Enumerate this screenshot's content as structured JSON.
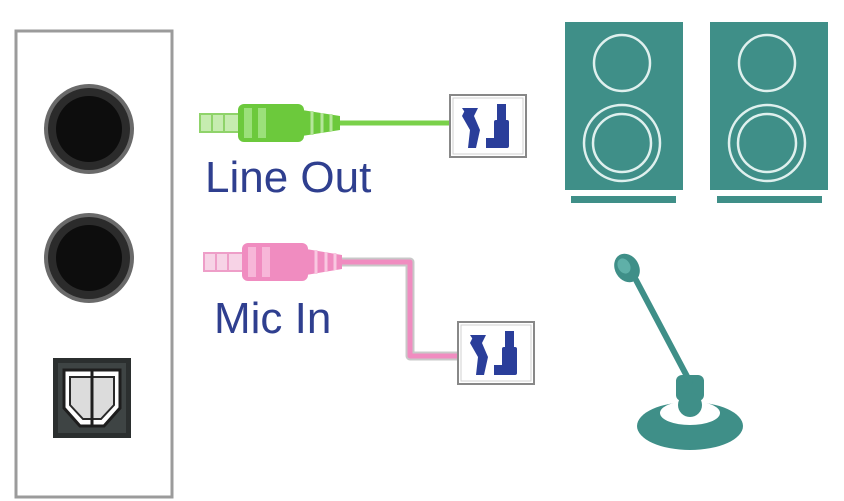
{
  "labels": {
    "line_out": "Line Out",
    "mic_in": "Mic In"
  },
  "colors": {
    "label_text": "#2f3f8f",
    "line_out_cable": "#7ad14a",
    "mic_in_cable": "#f08cc0",
    "device_teal": "#3f8f88",
    "panel_border": "#999999",
    "jack_dark": "#111111",
    "tool_icon_blue": "#2a3e9a"
  },
  "icons": {
    "panel": "rear-audio-panel",
    "line_out_jack": "audio-jack-icon",
    "mic_in_jack": "audio-jack-icon",
    "optical_port": "optical-spdif-port-icon",
    "line_out_plug": "green-audio-plug-icon",
    "mic_in_plug": "pink-audio-plug-icon",
    "line_out_tool": "tool-settings-icon",
    "mic_in_tool": "tool-settings-icon",
    "speakers": "speaker-icon",
    "microphone": "microphone-icon"
  }
}
